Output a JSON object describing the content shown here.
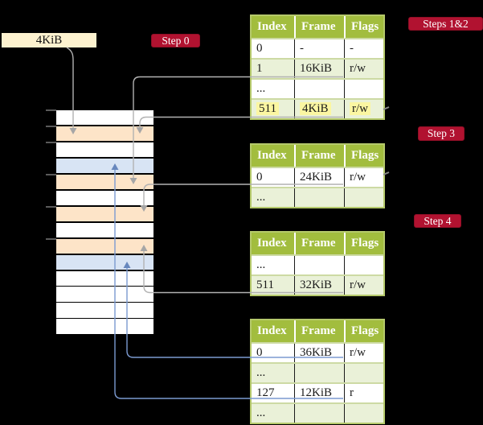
{
  "page_size_label": "4KiB",
  "step_badges": [
    "Step 0",
    "Steps 1&2",
    "Step 3",
    "Step 4"
  ],
  "table_headers": [
    "Index",
    "Frame",
    "Flags"
  ],
  "tables": [
    {
      "id": "page-table-step0",
      "rows": [
        {
          "cells": [
            "0",
            "-",
            "-"
          ],
          "tint": false,
          "highlight": false
        },
        {
          "cells": [
            "1",
            "16KiB",
            "r/w"
          ],
          "tint": true,
          "highlight": false
        },
        {
          "cells": [
            "...",
            "",
            ""
          ],
          "tint": false,
          "highlight": false
        },
        {
          "cells": [
            "511",
            "4KiB",
            "r/w"
          ],
          "tint": true,
          "highlight": true
        }
      ]
    },
    {
      "id": "page-table-steps-1-2",
      "rows": [
        {
          "cells": [
            "0",
            "24KiB",
            "r/w"
          ],
          "tint": false,
          "highlight": false
        },
        {
          "cells": [
            "...",
            "",
            ""
          ],
          "tint": true,
          "highlight": false
        }
      ]
    },
    {
      "id": "page-table-step3",
      "rows": [
        {
          "cells": [
            "...",
            "",
            ""
          ],
          "tint": false,
          "highlight": false
        },
        {
          "cells": [
            "511",
            "32KiB",
            "r/w"
          ],
          "tint": true,
          "highlight": false
        }
      ]
    },
    {
      "id": "page-table-step4",
      "rows": [
        {
          "cells": [
            "0",
            "36KiB",
            "r/w"
          ],
          "tint": false,
          "highlight": false
        },
        {
          "cells": [
            "...",
            "",
            ""
          ],
          "tint": true,
          "highlight": false
        },
        {
          "cells": [
            "127",
            "12KiB",
            "r"
          ],
          "tint": false,
          "highlight": false
        },
        {
          "cells": [
            "...",
            "",
            ""
          ],
          "tint": true,
          "highlight": false
        }
      ]
    }
  ],
  "memory_frames": [
    "white",
    "orange",
    "white",
    "blue",
    "orange",
    "white",
    "orange",
    "white",
    "orange",
    "blue",
    "white",
    "white",
    "white",
    "white"
  ],
  "colors": {
    "frame_white": "#ffffff",
    "frame_orange": "#fde4c8",
    "frame_blue": "#d8e4f4",
    "table_header_green": "#a2bd3e",
    "table_tint_green": "#eaf1d8",
    "highlight_yellow": "#fbf6a2",
    "badge_red": "#b11230",
    "label_cream": "#fdf2cf",
    "arrow_gray": "#b2b2b2",
    "arrow_blue": "#7b9ad0"
  }
}
